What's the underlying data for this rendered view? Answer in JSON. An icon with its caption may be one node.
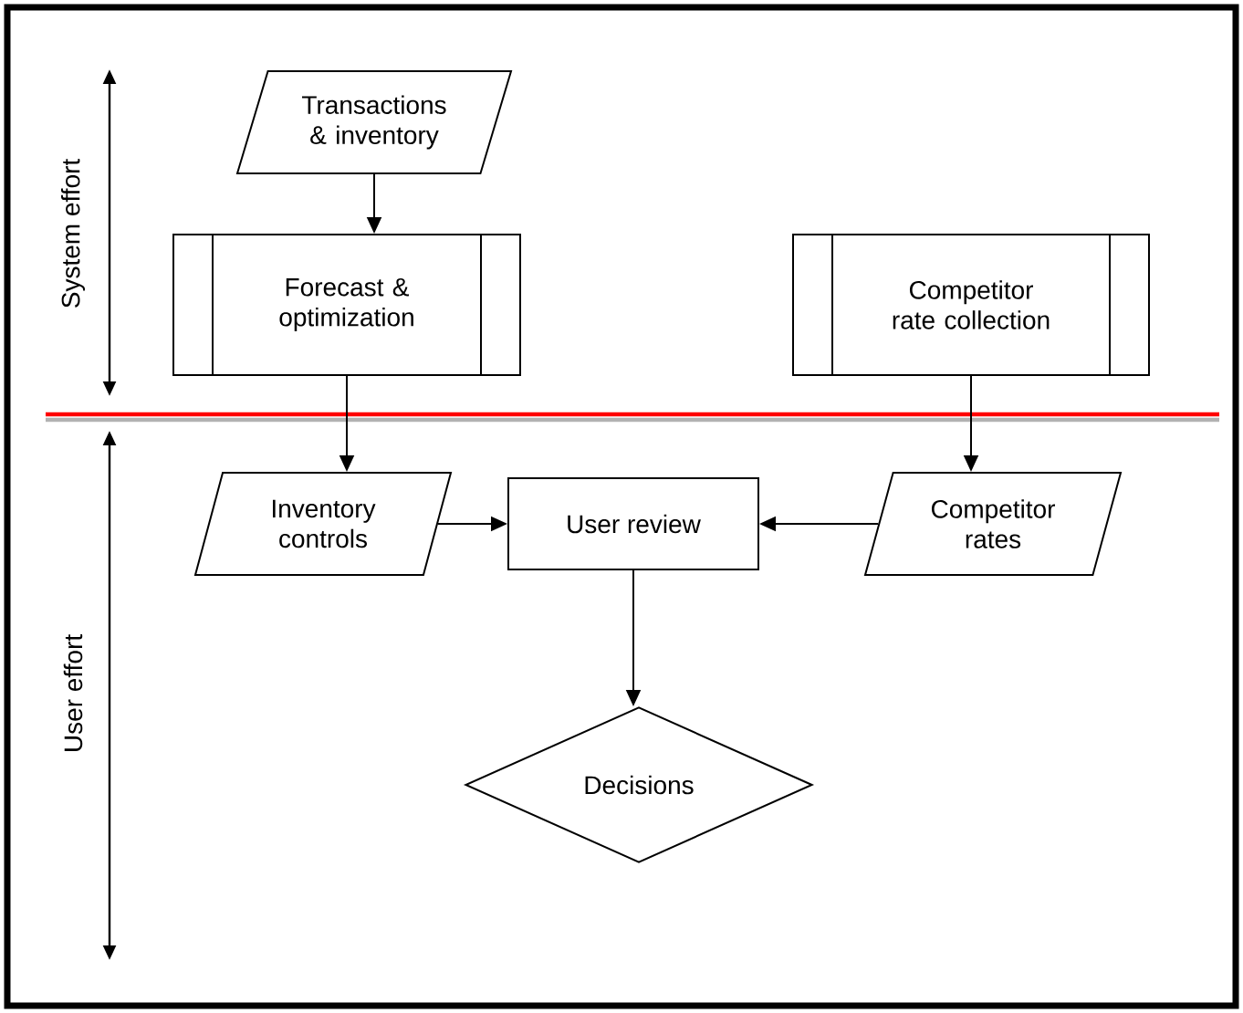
{
  "diagram": {
    "nodes": [
      {
        "text": [
          "Transactions & inventory"
        ]
      },
      {
        "text": [
          "Forecast & optimization"
        ]
      },
      {
        "text": [
          "Competitor rate collection"
        ]
      },
      {
        "text": [
          "Inventory controls"
        ]
      },
      {
        "text": [
          "User review"
        ]
      },
      {
        "text": [
          "Competitor rates"
        ]
      },
      {
        "text": [
          "Decisions"
        ]
      }
    ],
    "edges": [
      {
        "from": 0,
        "to": 1,
        "arrow": "to"
      },
      {
        "from": 1,
        "to": 3,
        "arrow": "to"
      },
      {
        "from": 2,
        "to": 5,
        "arrow": "to"
      },
      {
        "from": 3,
        "to": 4,
        "arrow": "to"
      },
      {
        "from": 5,
        "to": 4,
        "arrow": "to"
      },
      {
        "from": 4,
        "to": 6,
        "arrow": "to"
      }
    ],
    "labels": [
      "System effort",
      "User effort"
    ]
  }
}
